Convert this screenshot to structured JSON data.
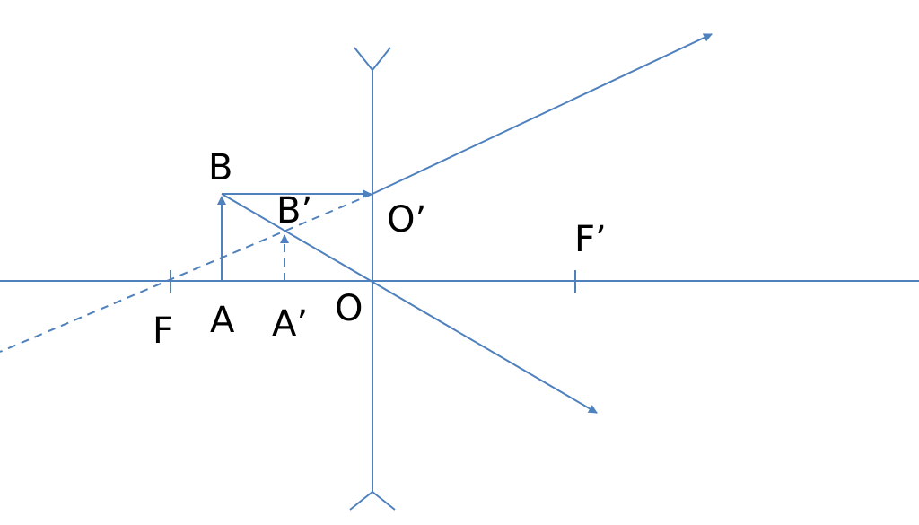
{
  "colors": {
    "line": "#4f81bd",
    "text": "#000000",
    "background": "#ffffff"
  },
  "labels": {
    "B": "B",
    "B_prime": "B’",
    "O_prime": "O’",
    "F_prime": "F’",
    "F": "F",
    "A": "A",
    "A_prime": "A’",
    "O": "O"
  }
}
